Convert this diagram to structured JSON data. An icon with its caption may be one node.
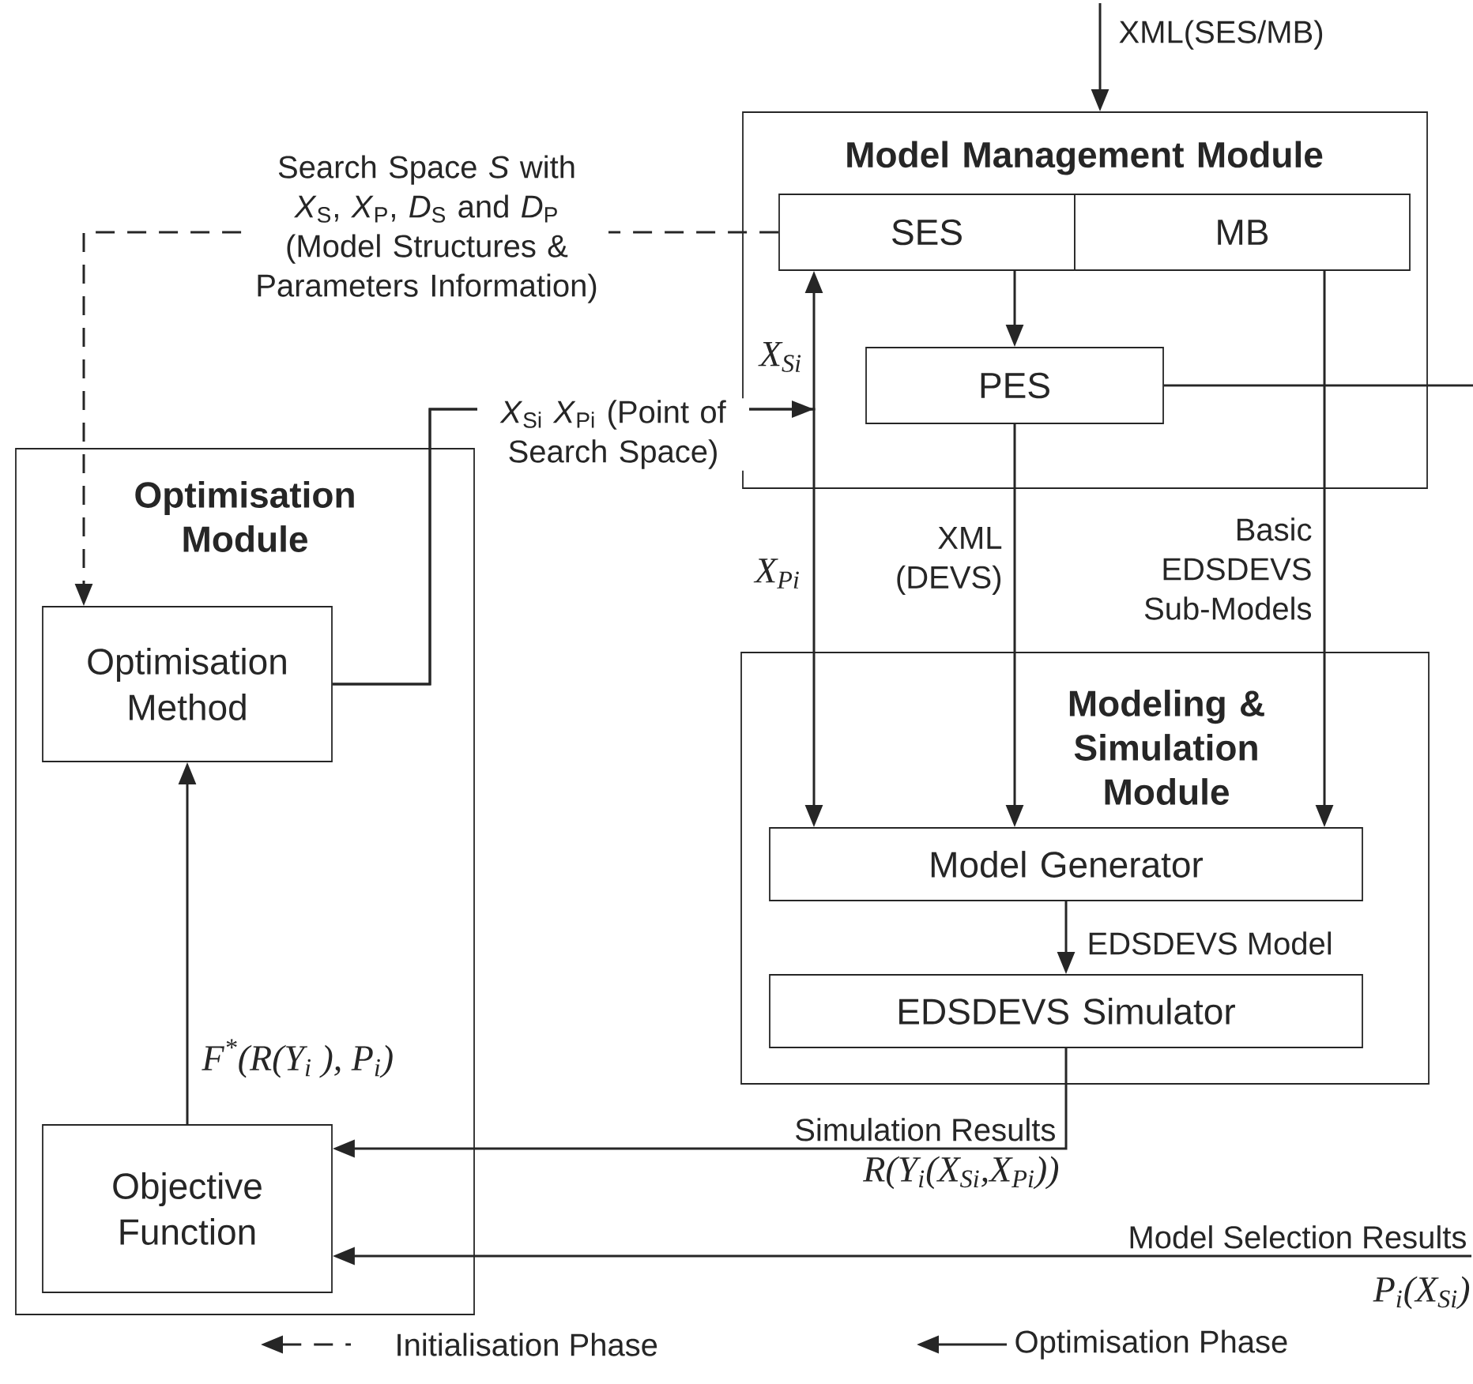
{
  "diagram": {
    "nodes": [
      {
        "text": [
          "Model Management Module"
        ]
      },
      {
        "text": [
          "SES"
        ],
        "in": 0
      },
      {
        "text": [
          "MB"
        ],
        "in": 0
      },
      {
        "text": [
          "PES"
        ],
        "in": 0
      },
      {
        "text": [
          "Optimisation Module"
        ]
      },
      {
        "text": [
          "Optimisation Method"
        ],
        "in": 4
      },
      {
        "text": [
          "Objective Function"
        ],
        "in": 4
      },
      {
        "text": [
          "Modeling & Simulation Module"
        ]
      },
      {
        "text": [
          "Model Generator"
        ],
        "in": 7
      },
      {
        "text": [
          "EDSDEVS Simulator"
        ],
        "in": 7
      }
    ],
    "edges": [
      {
        "from": null,
        "to": 0,
        "arrow": "to",
        "label": "XML(SES/MB)"
      },
      {
        "from": 1,
        "to": 5,
        "arrow": "to",
        "style": "dashed",
        "label": "Search Space *S* with *X*$_{S}$, *X*$_{P}$, *D*$_{S}$ and *D*$_{P}$ (Model Structures & Parameters Information)"
      },
      {
        "from": 5,
        "to": 1,
        "arrow": "to",
        "label": "X$_{Si}$"
      },
      {
        "from": 5,
        "to": 8,
        "arrow": "to",
        "label": "X$_{Pi}$"
      },
      {
        "from": 1,
        "to": 3,
        "arrow": "to"
      },
      {
        "from": 3,
        "to": 8,
        "arrow": "to",
        "label": "XML (DEVS)"
      },
      {
        "from": 2,
        "to": 8,
        "arrow": "to",
        "label": "Basic EDSDEVS Sub-Models"
      },
      {
        "from": 3,
        "to": null,
        "arrow": "none"
      },
      {
        "from": 8,
        "to": 9,
        "arrow": "to",
        "label": "EDSDEVS Model"
      },
      {
        "from": 9,
        "to": 6,
        "arrow": "to",
        "label": "Simulation Results"
      },
      {
        "from": null,
        "to": 6,
        "arrow": "to",
        "label": "Model Selection Results"
      },
      {
        "from": 6,
        "to": 5,
        "arrow": "to",
        "label": "F$^{*}$(R(Y$_{i}$ ), P$_{i}$)"
      }
    ],
    "labels": [
      "*X*$_{Si}$ *X*$_{Pi}$ (Point of Search Space)",
      "R(Y$_{i}$(X$_{Si}$,X$_{Pi}$))",
      "P$_{i}$(X$_{Si}$)"
    ],
    "legend": [
      {
        "text": "Initialisation Phase"
      },
      {
        "text": "Optimisation Phase"
      }
    ]
  }
}
